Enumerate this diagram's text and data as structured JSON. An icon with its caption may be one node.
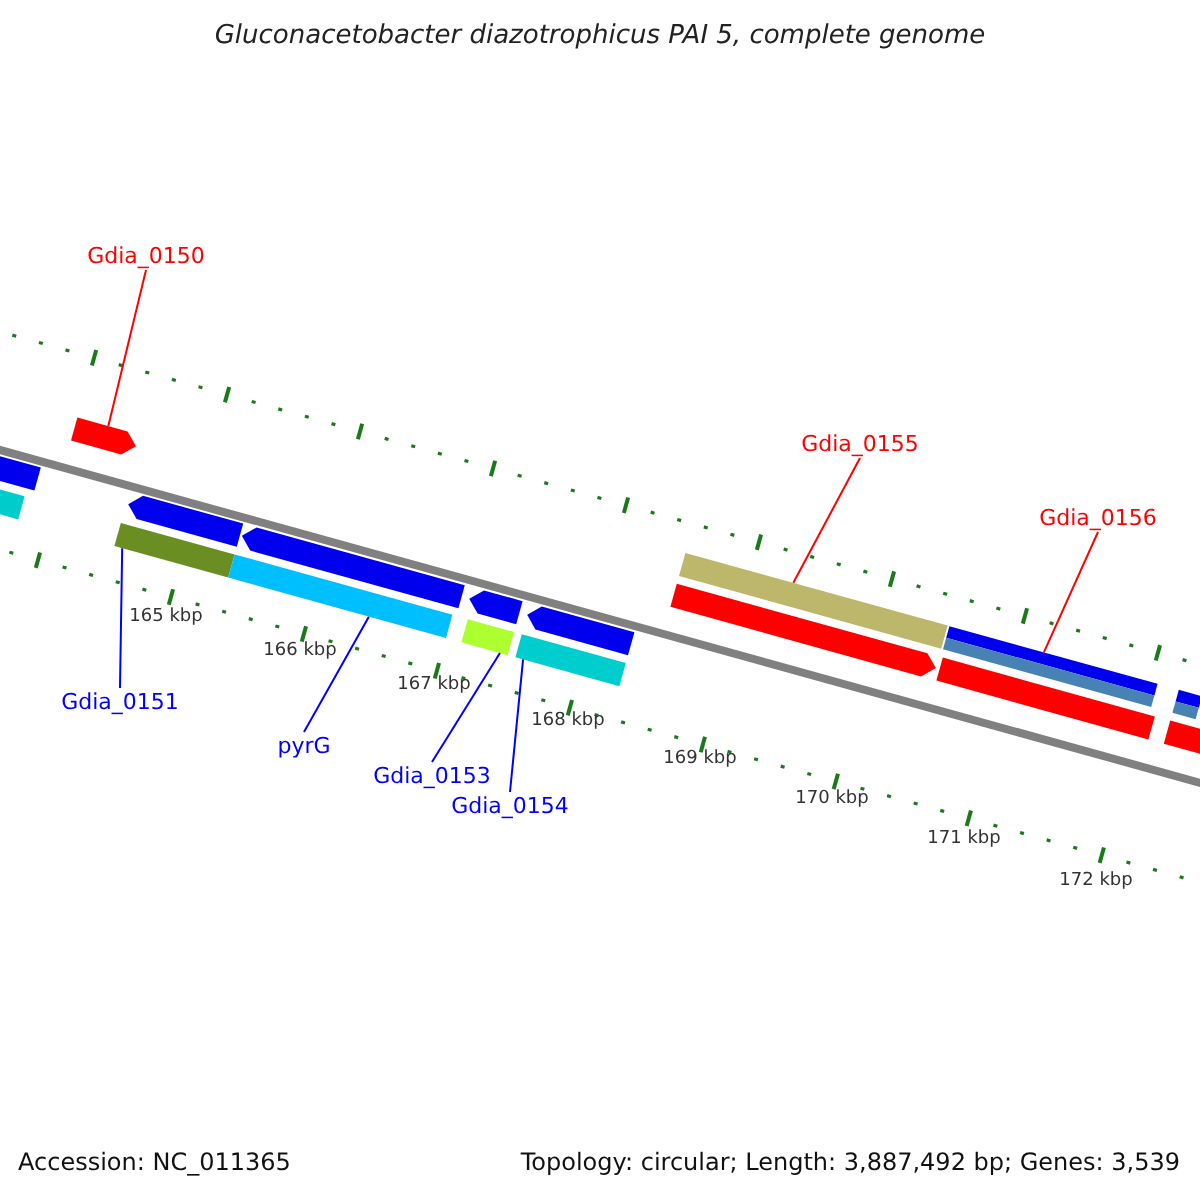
{
  "diagram": {
    "title": "Gluconacetobacter diazotrophicus PAI 5, complete genome",
    "nodes": [
      {
        "text": [
          "Gdia_0150"
        ]
      },
      {
        "text": [],
        "shape": "arrow"
      },
      {
        "text": [
          "Gdia_0151"
        ]
      },
      {
        "text": [],
        "shape": "bar"
      },
      {
        "text": [
          "pyrG"
        ]
      },
      {
        "text": [],
        "shape": "bar"
      },
      {
        "text": [
          "Gdia_0153"
        ]
      },
      {
        "text": [],
        "shape": "bar"
      },
      {
        "text": [
          "Gdia_0154"
        ]
      },
      {
        "text": [],
        "shape": "bar"
      },
      {
        "text": [
          "Gdia_0155"
        ]
      },
      {
        "text": [],
        "shape": "bar"
      },
      {
        "text": [
          "Gdia_0156"
        ]
      },
      {
        "text": [],
        "shape": "bar"
      },
      {
        "text": [],
        "shape": "bar"
      },
      {
        "text": [],
        "shape": "bar"
      },
      {
        "text": [],
        "shape": "arrow"
      },
      {
        "text": [],
        "shape": "arrow"
      },
      {
        "text": [],
        "shape": "arrow"
      },
      {
        "text": [],
        "shape": "arrow"
      },
      {
        "text": [],
        "shape": "arrow"
      },
      {
        "text": [],
        "shape": "bar"
      },
      {
        "text": [],
        "shape": "arrow"
      },
      {
        "text": [],
        "shape": "bar"
      },
      {
        "text": [],
        "shape": "bar"
      },
      {
        "text": [],
        "shape": "arrow"
      }
    ],
    "edges": [
      {
        "from": 0,
        "to": 1,
        "arrow": "none",
        "color": "#ff0000"
      },
      {
        "from": 2,
        "to": 3,
        "arrow": "none"
      },
      {
        "from": 4,
        "to": 5,
        "arrow": "none"
      },
      {
        "from": 6,
        "to": 7,
        "arrow": "none"
      },
      {
        "from": 8,
        "to": 9,
        "arrow": "none"
      },
      {
        "from": 10,
        "to": 11,
        "arrow": "none",
        "color": "#ff0000"
      },
      {
        "from": 12,
        "to": 13,
        "arrow": "none",
        "color": "#ff0000"
      }
    ],
    "labels": [
      "165 kbp",
      "166 kbp",
      "167 kbp",
      "168 kbp",
      "169 kbp",
      "170 kbp",
      "171 kbp",
      "172 kbp",
      "Accession: NC_011365",
      "Topology: circular; Length: 3,887,492 bp; Genes: 3,539"
    ]
  }
}
